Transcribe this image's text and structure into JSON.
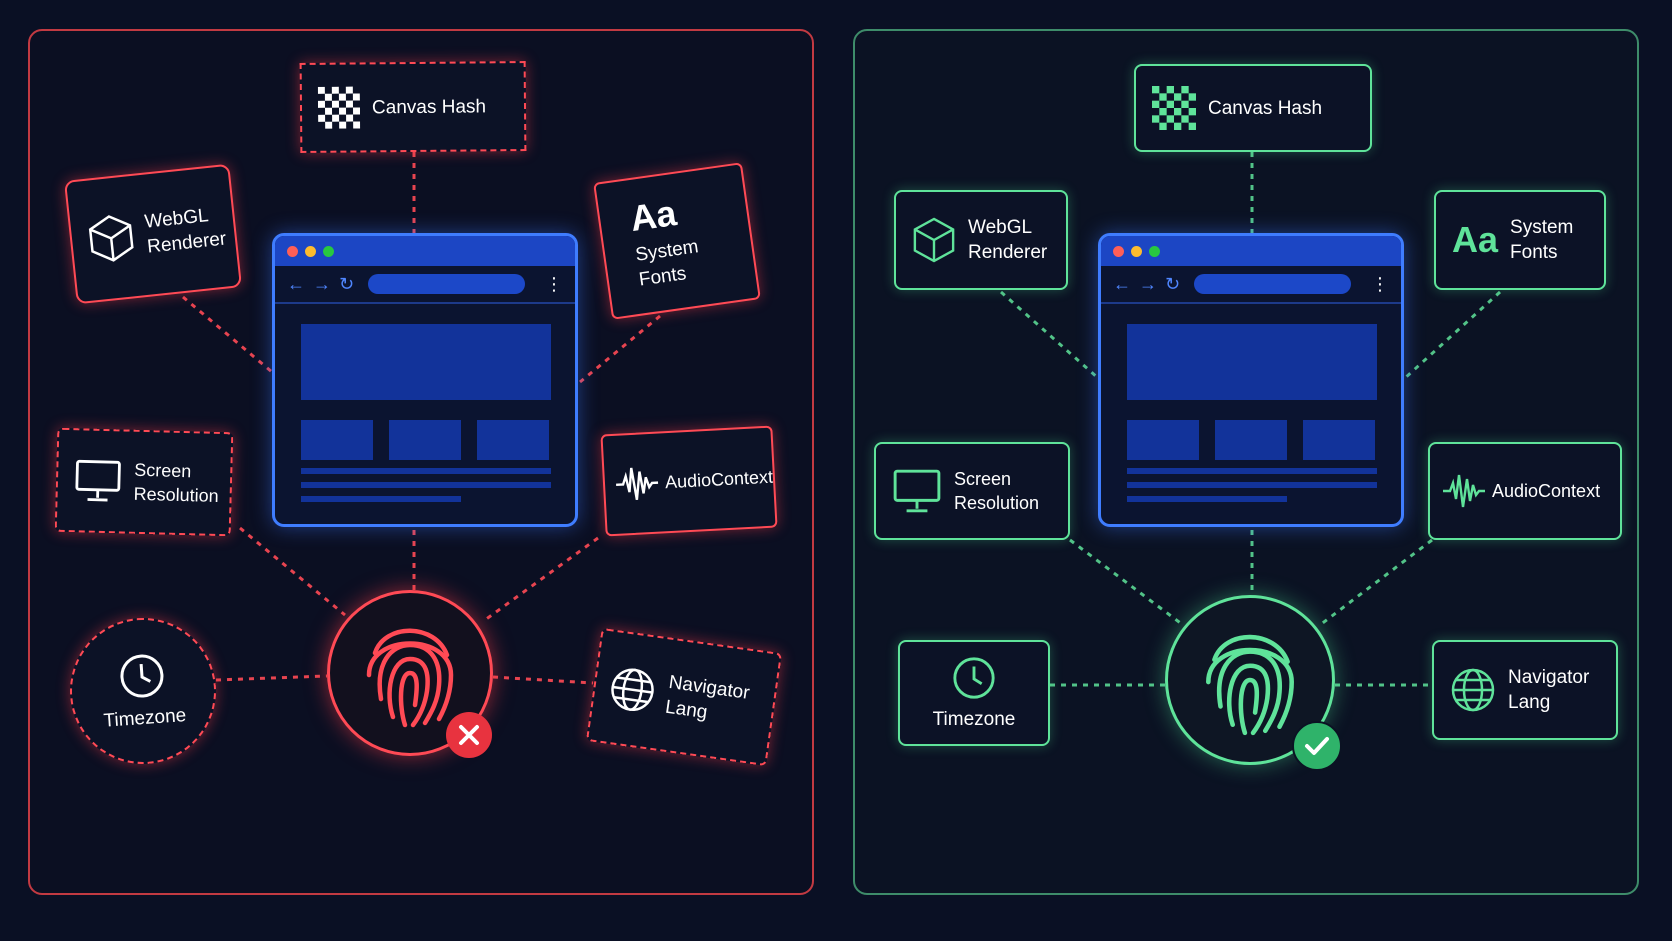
{
  "colors": {
    "background": "#0a1024",
    "red_accent": "#ff4a55",
    "green_accent": "#5fe39a",
    "browser_blue": "#3f7dff"
  },
  "left_panel": {
    "status": "fail",
    "nodes": {
      "canvas_hash": "Canvas Hash",
      "webgl": "WebGL\nRenderer",
      "system_fonts": "System\nFonts",
      "screen_resolution": "Screen\nResolution",
      "audio_context": "AudioContext",
      "timezone": "Timezone",
      "navigator_lang": "Navigator\nLang"
    },
    "fonts_glyph": "Aa"
  },
  "right_panel": {
    "status": "pass",
    "nodes": {
      "canvas_hash": "Canvas Hash",
      "webgl": "WebGL\nRenderer",
      "system_fonts": "System\nFonts",
      "screen_resolution": "Screen\nResolution",
      "audio_context": "AudioContext",
      "timezone": "Timezone",
      "navigator_lang": "Navigator\nLang"
    },
    "fonts_glyph": "Aa"
  },
  "icons": [
    "checker-icon",
    "cube-icon",
    "monitor-icon",
    "waveform-icon",
    "clock-icon",
    "globe-icon",
    "fingerprint-icon",
    "x-icon",
    "check-icon",
    "back-arrow-icon",
    "forward-arrow-icon",
    "reload-icon",
    "kebab-menu-icon"
  ]
}
